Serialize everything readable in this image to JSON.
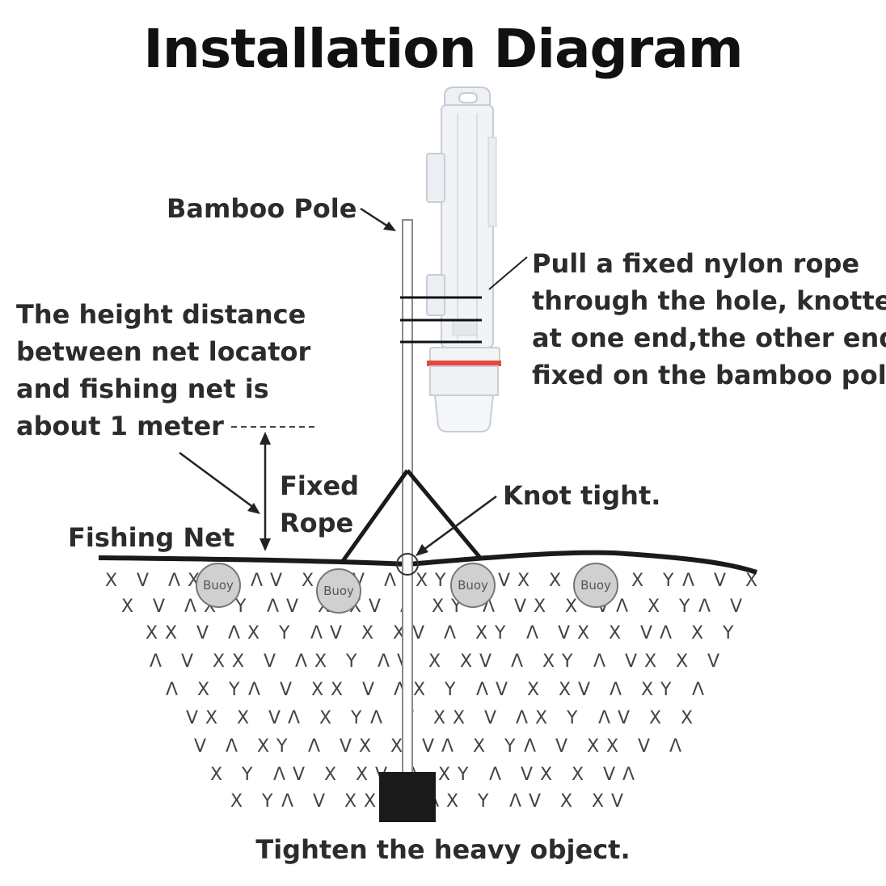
{
  "title": "Installation Diagram",
  "labels": {
    "bamboo_pole": "Bamboo Pole",
    "height_note": [
      "The height distance",
      "between net locator",
      "and fishing net is",
      "about 1 meter"
    ],
    "fixed_rope": [
      "Fixed",
      "Rope"
    ],
    "fishing_net": "Fishing Net",
    "knot_tight": "Knot tight.",
    "nylon_note": [
      "Pull a fixed nylon rope",
      "through the hole, knotted",
      "at one end,the other end",
      "fixed on the bamboo pole."
    ],
    "heavy_object": "Tighten the heavy object."
  },
  "buoys": [
    "Buoy",
    "Buoy",
    "Buoy",
    "Buoy"
  ],
  "colors": {
    "text": "#2c2c2c",
    "locator_ring": "#e8483c",
    "pole": "#999999",
    "weight": "#1a1a1a",
    "buoy_fill": "#d0d0d0"
  }
}
